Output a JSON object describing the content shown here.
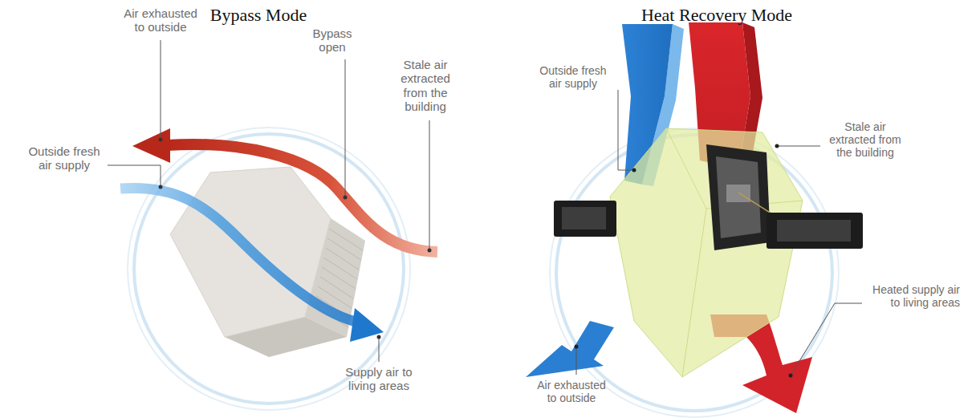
{
  "diagram": {
    "labels": [
      "Bypass Mode",
      "Air exhausted to outside",
      "Bypass open",
      "Stale air extracted from the building",
      "Outside fresh air supply",
      "Supply air to living areas",
      "Heat Recovery Mode",
      "Outside fresh air supply",
      "Stale air extracted from the building",
      "Heated supply air to living areas",
      "Air exhausted to outside"
    ]
  }
}
